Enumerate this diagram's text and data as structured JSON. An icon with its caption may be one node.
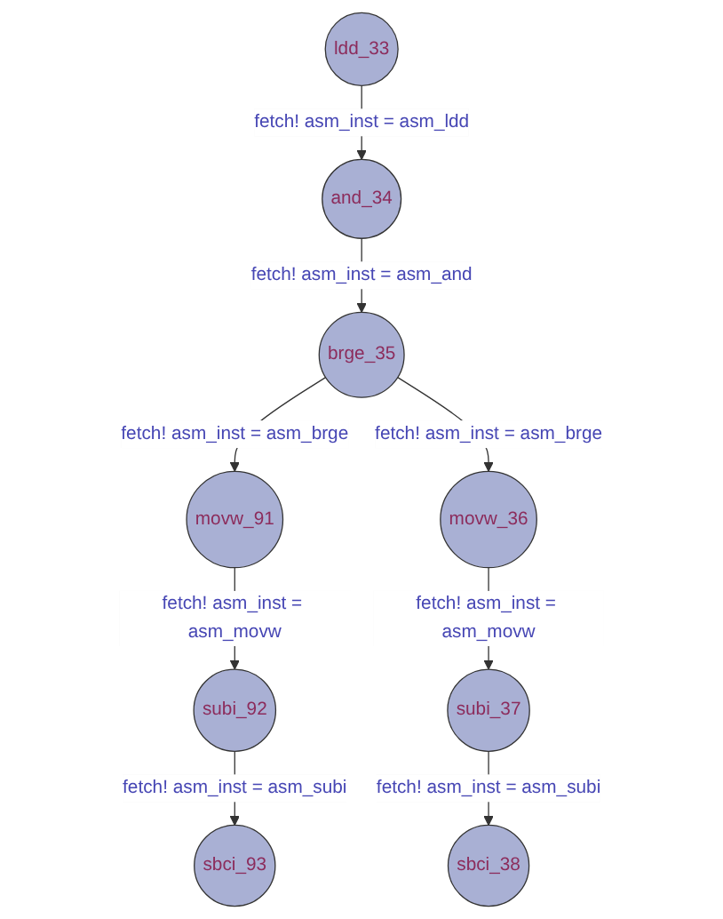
{
  "diagram": {
    "nodes": [
      {
        "text": [
          "ldd_33"
        ]
      },
      {
        "text": [
          "and_34"
        ]
      },
      {
        "text": [
          "brge_35"
        ]
      },
      {
        "text": [
          "movw_91"
        ]
      },
      {
        "text": [
          "subi_92"
        ]
      },
      {
        "text": [
          "sbci_93"
        ]
      },
      {
        "text": [
          "movw_36"
        ]
      },
      {
        "text": [
          "subi_37"
        ]
      },
      {
        "text": [
          "sbci_38"
        ]
      }
    ],
    "edges": [
      {
        "from": 0,
        "to": 1,
        "arrow": "to",
        "label": "fetch! asm_inst = asm_ldd"
      },
      {
        "from": 1,
        "to": 2,
        "arrow": "to",
        "label": "fetch! asm_inst = asm_and"
      },
      {
        "from": 2,
        "to": 3,
        "arrow": "to",
        "label": "fetch! asm_inst = asm_brge"
      },
      {
        "from": 2,
        "to": 6,
        "arrow": "to",
        "label": "fetch! asm_inst = asm_brge"
      },
      {
        "from": 3,
        "to": 4,
        "arrow": "to",
        "label": "fetch! asm_inst = asm_movw"
      },
      {
        "from": 4,
        "to": 5,
        "arrow": "to",
        "label": "fetch! asm_inst = asm_subi"
      },
      {
        "from": 6,
        "to": 7,
        "arrow": "to",
        "label": "fetch! asm_inst = asm_movw"
      },
      {
        "from": 7,
        "to": 8,
        "arrow": "to",
        "label": "fetch! asm_inst = asm_subi"
      }
    ]
  }
}
